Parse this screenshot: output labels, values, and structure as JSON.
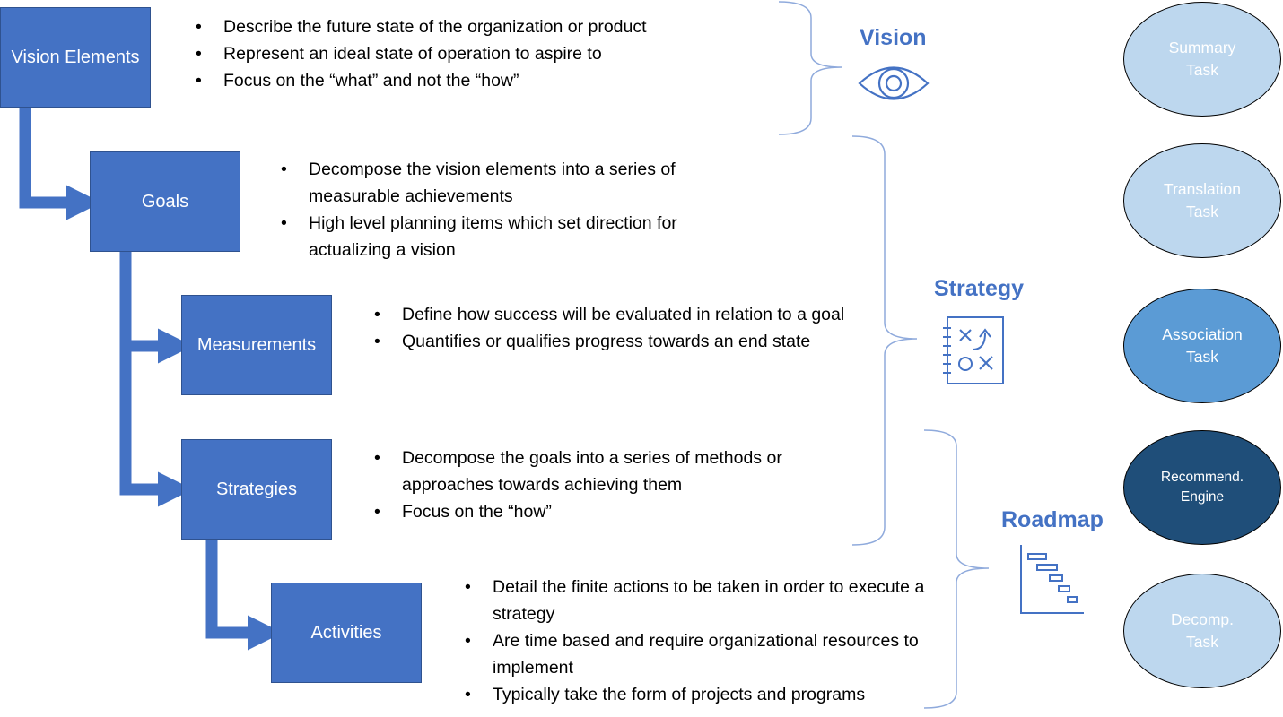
{
  "colors": {
    "box_fill": "#4472c4",
    "arrow": "#4472c4",
    "brace": "#8faadc",
    "label": "#4472c4",
    "ellipse_light": "#bdd7ee",
    "ellipse_medium": "#5b9bd5",
    "ellipse_dark": "#1f4e79"
  },
  "hierarchy": [
    {
      "label": "Vision Elements",
      "bullets": [
        "Describe the future state of the organization or product",
        "Represent an ideal state of operation to aspire to",
        "Focus on the “what” and not the “how”"
      ]
    },
    {
      "label": "Goals",
      "bullets": [
        "Decompose the vision elements into a series of measurable achievements",
        "High level planning items which set direction for actualizing a vision"
      ]
    },
    {
      "label": "Measurements",
      "bullets": [
        "Define how success will be evaluated in relation to a goal",
        "Quantifies or qualifies progress towards an end state"
      ]
    },
    {
      "label": "Strategies",
      "bullets": [
        "Decompose the goals into a series of methods or approaches towards achieving them",
        "Focus on the “how”"
      ]
    },
    {
      "label": "Activities",
      "bullets": [
        "Detail the finite actions to be taken in order to execute a strategy",
        "Are time based and require organizational resources to implement",
        "Typically take the form of projects and programs"
      ]
    }
  ],
  "sections": [
    {
      "label": "Vision",
      "icon": "eye-icon"
    },
    {
      "label": "Strategy",
      "icon": "strategy-board-icon"
    },
    {
      "label": "Roadmap",
      "icon": "gantt-chart-icon"
    }
  ],
  "tasks": [
    {
      "line1": "Summary",
      "line2": "Task",
      "fill": "#bdd7ee",
      "text_color": "#ffffff"
    },
    {
      "line1": "Translation",
      "line2": "Task",
      "fill": "#bdd7ee",
      "text_color": "#ffffff"
    },
    {
      "line1": "Association",
      "line2": "Task",
      "fill": "#5b9bd5",
      "text_color": "#ffffff"
    },
    {
      "line1": "Recommend.",
      "line2": "Engine",
      "fill": "#1f4e79",
      "text_color": "#ffffff"
    },
    {
      "line1": "Decomp.",
      "line2": "Task",
      "fill": "#bdd7ee",
      "text_color": "#ffffff"
    }
  ]
}
